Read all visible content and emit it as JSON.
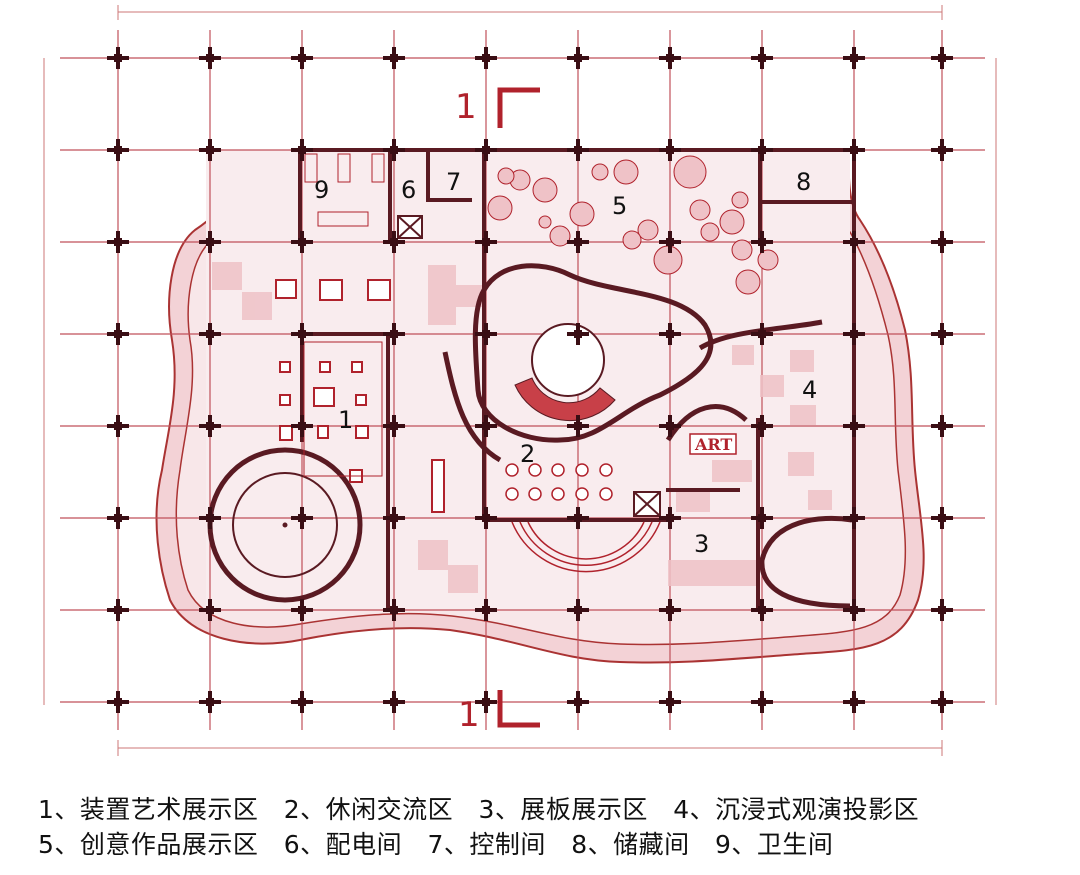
{
  "section_marks": {
    "top": "1",
    "bottom": "1"
  },
  "art_sign": "ART",
  "room_labels": [
    "1",
    "2",
    "3",
    "4",
    "5",
    "6",
    "7",
    "8",
    "9"
  ],
  "legend": {
    "line1": "1、装置艺术展示区   2、休闲交流区   3、展板展示区   4、沉浸式观演投影区",
    "line2": "5、创意作品展示区   6、配电间   7、控制间   8、储藏间   9、卫生间"
  },
  "colors": {
    "grid": "#c0505a",
    "wall": "#5a1a22",
    "fill": "#f6e2e4",
    "block": "#efc2c7",
    "accent": "#b0222c"
  }
}
